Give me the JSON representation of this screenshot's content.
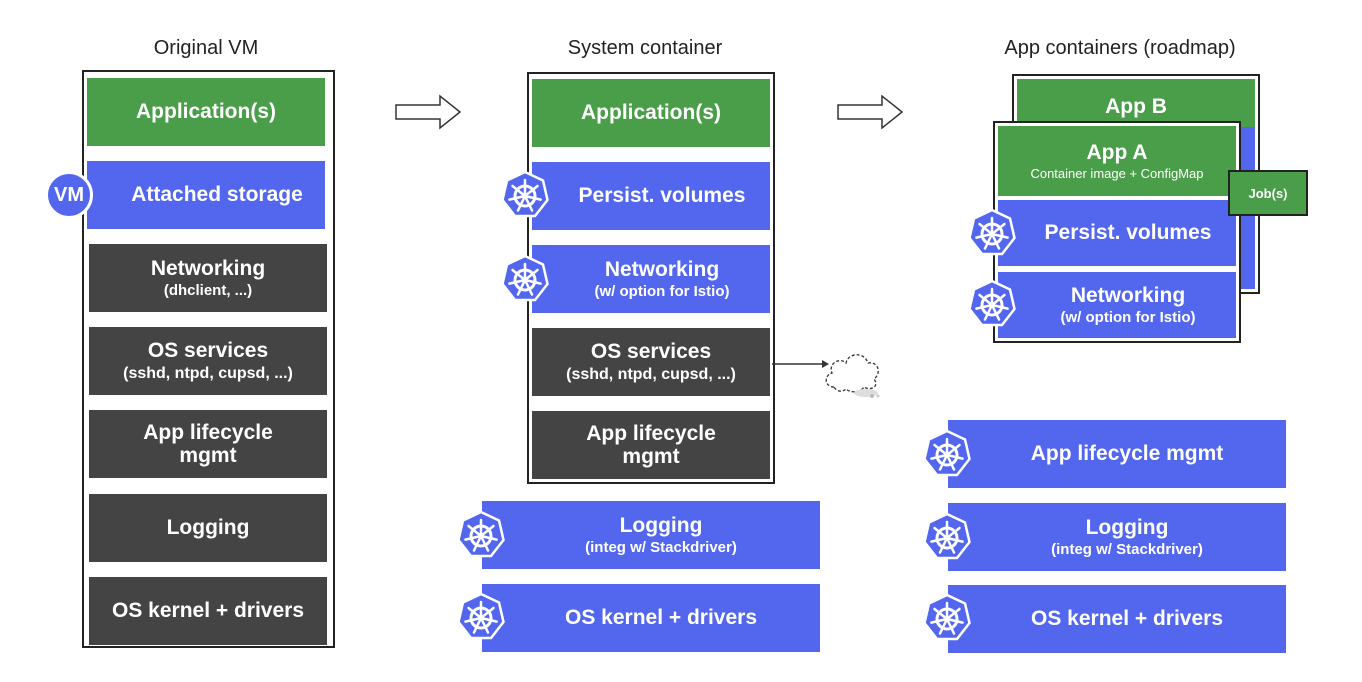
{
  "columns": {
    "vm": {
      "title": "Original VM",
      "badge": "VM",
      "layers": [
        {
          "title": "Application(s)",
          "sub": ""
        },
        {
          "title": "Attached storage",
          "sub": ""
        },
        {
          "title": "Networking",
          "sub": "(dhclient, ...)"
        },
        {
          "title": "OS services",
          "sub": "(sshd, ntpd, cupsd, ...)"
        },
        {
          "title": "App lifecycle",
          "sub": "mgmt"
        },
        {
          "title": "Logging",
          "sub": ""
        },
        {
          "title": "OS kernel + drivers",
          "sub": ""
        }
      ]
    },
    "system": {
      "title": "System container",
      "layers": [
        {
          "title": "Application(s)",
          "sub": ""
        },
        {
          "title": "Persist. volumes",
          "sub": ""
        },
        {
          "title": "Networking",
          "sub": "(w/ option for Istio)"
        },
        {
          "title": "OS services",
          "sub": "(sshd, ntpd, cupsd, ...)"
        },
        {
          "title": "App lifecycle",
          "sub": "mgmt"
        },
        {
          "title": "Logging",
          "sub": "(integ w/ Stackdriver)"
        },
        {
          "title": "OS kernel + drivers",
          "sub": ""
        }
      ]
    },
    "app": {
      "title": "App containers (roadmap)",
      "app_b": "App B",
      "app_a": "App A",
      "app_a_sub": "Container image + ConfigMap",
      "job": "Job(s)",
      "layers": [
        {
          "title": "Persist. volumes",
          "sub": ""
        },
        {
          "title": "Networking",
          "sub": "(w/ option for Istio)"
        },
        {
          "title": "App lifecycle mgmt",
          "sub": ""
        },
        {
          "title": "Logging",
          "sub": "(integ w/ Stackdriver)"
        },
        {
          "title": "OS kernel + drivers",
          "sub": ""
        }
      ]
    }
  },
  "colors": {
    "green": "#4a9e4a",
    "blue": "#5367ee",
    "dark": "#444444"
  },
  "icons": [
    "kubernetes-icon",
    "cloud-icon",
    "right-arrow-icon"
  ]
}
